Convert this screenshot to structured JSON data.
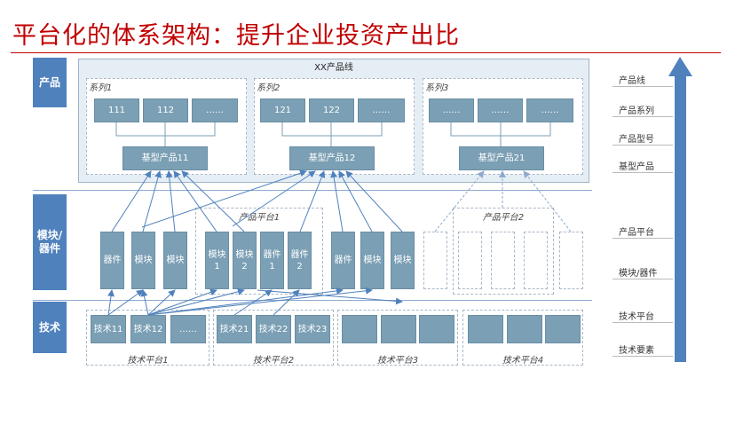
{
  "title": "平台化的体系架构：提升企业投资产出比",
  "row_labels": {
    "product": "产品",
    "module": "模块/\n器件",
    "tech": "技术"
  },
  "product_line": {
    "name": "XX产品线",
    "series": [
      {
        "name": "系列1",
        "models": [
          "111",
          "112",
          "……"
        ],
        "base": "基型产品11"
      },
      {
        "name": "系列2",
        "models": [
          "121",
          "122",
          "……"
        ],
        "base": "基型产品12"
      },
      {
        "name": "系列3",
        "models": [
          "……",
          "……",
          "……"
        ],
        "base": "基型产品21"
      }
    ]
  },
  "module_layer": {
    "left_blocks": [
      "器件",
      "模块",
      "模块"
    ],
    "platform1": {
      "name": "产品平台1",
      "blocks": [
        "模块\n1",
        "模块\n2",
        "器件\n1",
        "器件\n2"
      ]
    },
    "middle_blocks": [
      "器件",
      "模块",
      "模块"
    ],
    "platform2": {
      "name": "产品平台2"
    }
  },
  "tech_layer": {
    "platforms": [
      {
        "name": "技术平台1",
        "blocks": [
          "技术11",
          "技术12",
          "……"
        ]
      },
      {
        "name": "技术平台2",
        "blocks": [
          "技术21",
          "技术22",
          "技术23"
        ]
      },
      {
        "name": "技术平台3",
        "blocks": [
          "",
          "",
          ""
        ]
      },
      {
        "name": "技术平台4",
        "blocks": [
          "",
          "",
          ""
        ]
      }
    ]
  },
  "legend": [
    "产品线",
    "产品系列",
    "产品型号",
    "基型产品",
    "产品平台",
    "模块/器件",
    "技术平台",
    "技术要素"
  ],
  "colors": {
    "title": "#c00000",
    "row_label": "#4f81bd",
    "block": "#7b9fb4",
    "arrow": "#4f81bd",
    "outer_fill": "#e6eef5"
  }
}
